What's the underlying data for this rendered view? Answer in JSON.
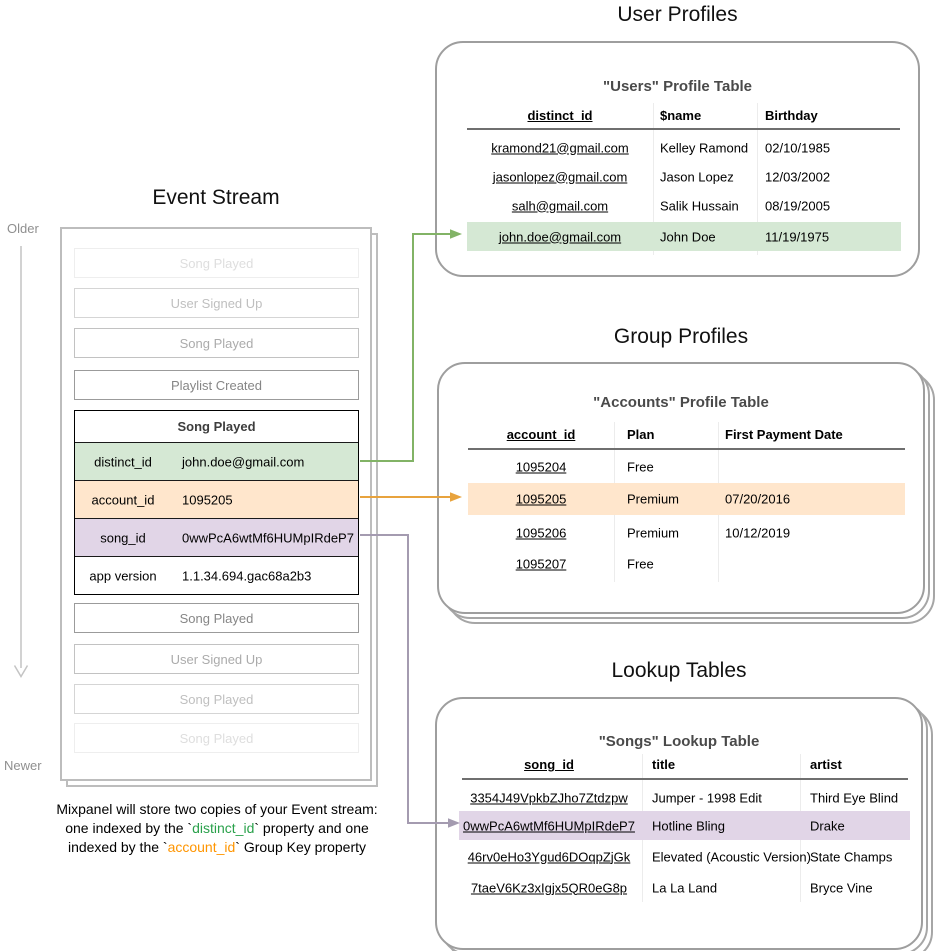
{
  "colors": {
    "green_fill": "#d5e8d4",
    "green_arrow": "#82b366",
    "orange_fill": "#ffe6cc",
    "orange_arrow": "#e8a33d",
    "purple_fill": "#e1d5e7",
    "purple_arrow": "#a49bb0",
    "caption_green": "#2aa14b",
    "caption_orange": "#ff9500"
  },
  "event_stream": {
    "title": "Event Stream",
    "older_label": "Older",
    "newer_label": "Newer",
    "events_before": [
      "Song Played",
      "User Signed Up",
      "Song Played",
      "Playlist Created"
    ],
    "selected_event": {
      "name": "Song Played",
      "properties": [
        {
          "key": "distinct_id",
          "value": "john.doe@gmail.com"
        },
        {
          "key": "account_id",
          "value": "1095205"
        },
        {
          "key": "song_id",
          "value": "0wwPcA6wtMf6HUMpIRdeP7"
        },
        {
          "key": "app version",
          "value": "1.1.34.694.gac68a2b3"
        }
      ]
    },
    "events_after": [
      "Song Played",
      "User Signed Up",
      "Song Played",
      "Song Played"
    ],
    "caption": {
      "line1": "Mixpanel will store two copies of your Event stream:",
      "line2_pre": "one indexed by the `",
      "line2_code": "distinct_id",
      "line2_post": "` property and one",
      "line3_pre": "indexed by the `",
      "line3_code": "account_id",
      "line3_post": "` Group Key property"
    }
  },
  "user_profiles": {
    "section_title": "User Profiles",
    "card_title": "\"Users\" Profile Table",
    "columns": [
      "distinct_id",
      "$name",
      "Birthday"
    ],
    "rows": [
      {
        "distinct_id": "kramond21@gmail.com",
        "name": "Kelley Ramond",
        "birthday": "02/10/1985"
      },
      {
        "distinct_id": "jasonlopez@gmail.com",
        "name": "Jason Lopez",
        "birthday": "12/03/2002"
      },
      {
        "distinct_id": "salh@gmail.com",
        "name": "Salik Hussain",
        "birthday": "08/19/2005"
      },
      {
        "distinct_id": "john.doe@gmail.com",
        "name": "John Doe",
        "birthday": "11/19/1975"
      }
    ]
  },
  "group_profiles": {
    "section_title": "Group Profiles",
    "card_title": "\"Accounts\" Profile Table",
    "columns": [
      "account_id",
      "Plan",
      "First Payment Date"
    ],
    "rows": [
      {
        "account_id": "1095204",
        "plan": "Free",
        "first_payment_date": ""
      },
      {
        "account_id": "1095205",
        "plan": "Premium",
        "first_payment_date": "07/20/2016"
      },
      {
        "account_id": "1095206",
        "plan": "Premium",
        "first_payment_date": "10/12/2019"
      },
      {
        "account_id": "1095207",
        "plan": "Free",
        "first_payment_date": ""
      }
    ]
  },
  "lookup_tables": {
    "section_title": "Lookup Tables",
    "card_title": "\"Songs\" Lookup Table",
    "columns": [
      "song_id",
      "title",
      "artist"
    ],
    "rows": [
      {
        "song_id": "3354J49VpkbZJho7Ztdzpw",
        "title": "Jumper - 1998 Edit",
        "artist": "Third Eye Blind"
      },
      {
        "song_id": "0wwPcA6wtMf6HUMpIRdeP7",
        "title": "Hotline Bling",
        "artist": "Drake"
      },
      {
        "song_id": "46rv0eHo3Ygud6DOqpZjGk",
        "title": "Elevated (Acoustic Version)",
        "artist": "State Champs"
      },
      {
        "song_id": "7taeV6Kz3xIgjx5QR0eG8p",
        "title": "La La Land",
        "artist": "Bryce Vine"
      }
    ]
  }
}
